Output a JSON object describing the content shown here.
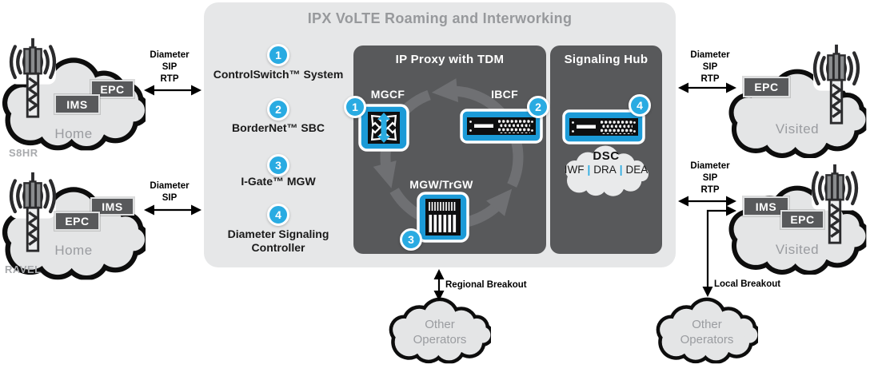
{
  "title": "IPX VoLTE Roaming and Interworking",
  "colors": {
    "accent_cyan": "#29ABE2",
    "device_blue": "#1B9AD7",
    "dark_gray": "#58595B",
    "panel_gray": "#E6E7E8"
  },
  "ipx": {
    "steps": [
      {
        "num": "1",
        "label": "ControlSwitch™ System"
      },
      {
        "num": "2",
        "label": "BorderNet™ SBC"
      },
      {
        "num": "3",
        "label": "I-Gate™ MGW"
      },
      {
        "num": "4",
        "label": "Diameter Signaling\nController"
      }
    ]
  },
  "proxy": {
    "title": "IP Proxy with TDM",
    "mgcf": {
      "num": "1",
      "label": "MGCF"
    },
    "ibcf": {
      "num": "2",
      "label": "IBCF"
    },
    "mgw": {
      "num": "3",
      "label": "MGW/TrGW"
    }
  },
  "hub": {
    "title": "Signaling Hub",
    "badge": "4",
    "dsc": {
      "title": "DSC",
      "items": [
        "IWF",
        "DRA",
        "DEA"
      ],
      "sep": "|"
    }
  },
  "clouds": {
    "home_top": {
      "name": "Home",
      "tag": "S8HR",
      "box_top": "EPC",
      "box_bottom": "IMS"
    },
    "home_bottom": {
      "name": "Home",
      "tag": "RAVEL",
      "box_top": "IMS",
      "box_bottom": "EPC"
    },
    "visited_top": {
      "name": "Visited",
      "box_top": "EPC"
    },
    "visited_bottom": {
      "name": "Visited",
      "box_top": "IMS",
      "box_bottom": "EPC"
    },
    "other_center": {
      "name": "Other\nOperators"
    },
    "other_right": {
      "name": "Other\nOperators"
    }
  },
  "links": {
    "left_top": "Diameter\nSIP\nRTP",
    "left_bottom": "Diameter\nSIP",
    "right_top": "Diameter\nSIP\nRTP",
    "right_bottom": "Diameter\nSIP\nRTP",
    "regional": "Regional Breakout",
    "local": "Local Breakout"
  }
}
